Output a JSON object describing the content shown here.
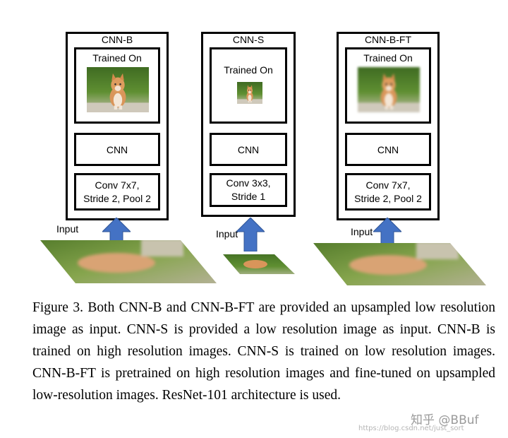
{
  "columns": [
    {
      "title": "CNN-B",
      "trained_label": "Trained On",
      "cnn_label": "CNN",
      "conv_line1": "Conv 7x7,",
      "conv_line2": "Stride 2, Pool 2",
      "input_label": "Input"
    },
    {
      "title": "CNN-S",
      "trained_label": "Trained On",
      "cnn_label": "CNN",
      "conv_line1": "Conv 3x3,",
      "conv_line2": "Stride 1",
      "input_label": "Input"
    },
    {
      "title": "CNN-B-FT",
      "trained_label": "Trained On",
      "cnn_label": "CNN",
      "conv_line1": "Conv 7x7,",
      "conv_line2": "Stride 2, Pool 2",
      "input_label": "Input"
    }
  ],
  "caption": "Figure 3. Both CNN-B and CNN-B-FT are provided an upsampled low resolution image as input. CNN-S is provided a low resolution image as input. CNN-B is trained on high resolution images. CNN-S is trained on low resolution images. CNN-B-FT is pretrained on high resolution images and fine-tuned on upsampled low-resolution images. ResNet-101 architecture is used.",
  "watermark": {
    "brand": "知乎 @BBuf",
    "url": "https://blog.csdn.net/just_sort"
  },
  "colors": {
    "arrow": "#4472c4",
    "border": "#000000"
  }
}
